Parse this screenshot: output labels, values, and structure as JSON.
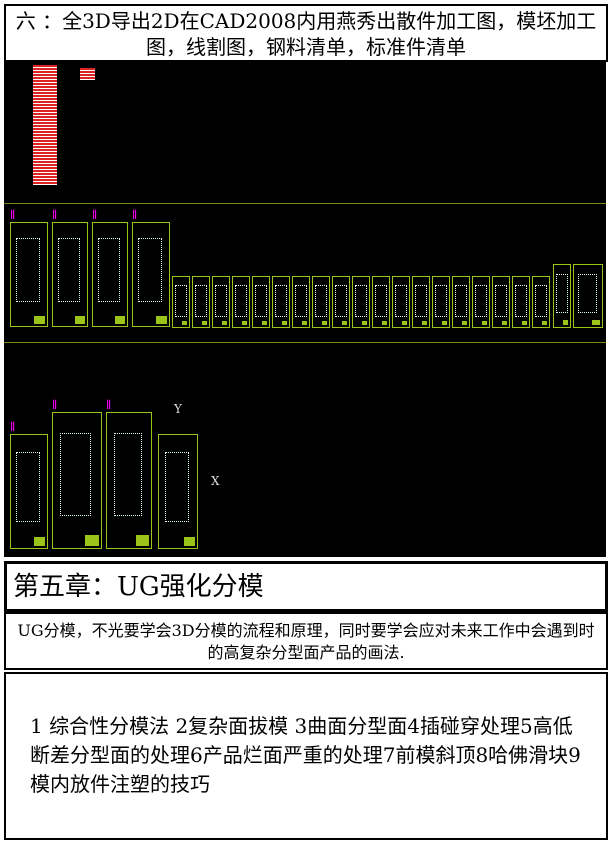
{
  "section6": {
    "title": "六 ：全3D导出2D在CAD2008内用燕秀出散件加工图，模坯加工图，线割图，钢料清单，标准件清单"
  },
  "cad_preview": {
    "axis_y": "Y",
    "axis_x": "X"
  },
  "chapter5": {
    "heading": "第五章：UG强化分模",
    "intro": "UG分模，不光要学会3D分模的流程和原理，同时要学会应对未来工作中会遇到时的高复杂分型面产品的画法.",
    "topics": "1 综合性分模法 2复杂面拔模 3曲面分型面4插碰穿处理5高低断差分型面的处理6产品烂面严重的处理7前模斜顶8哈佛滑块9模内放件注塑的技巧"
  }
}
